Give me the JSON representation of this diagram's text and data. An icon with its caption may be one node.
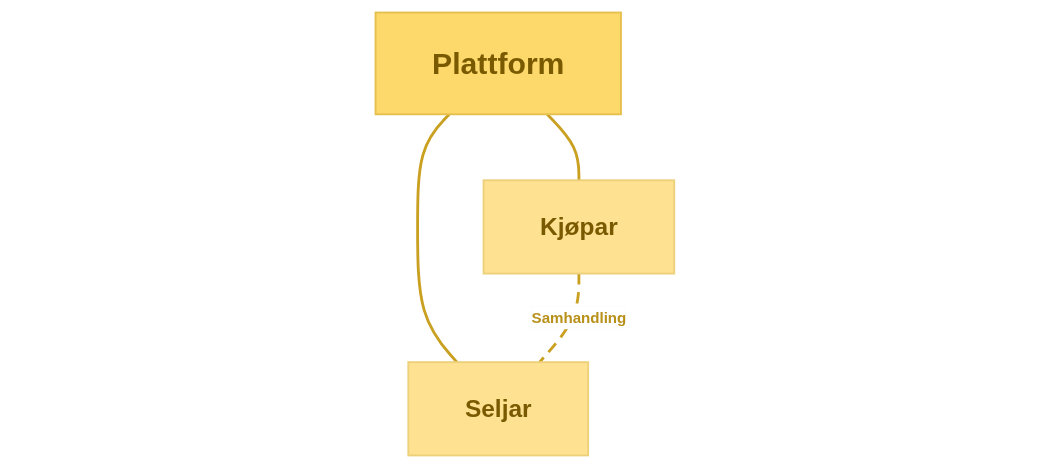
{
  "diagram": {
    "nodes": [
      {
        "text": [
          "Plattform"
        ]
      },
      {
        "text": [
          "Kjøpar"
        ]
      },
      {
        "text": [
          "Seljar"
        ]
      }
    ],
    "edges": [
      {
        "from": 0,
        "to": 1,
        "arrow": "none"
      },
      {
        "from": 0,
        "to": 2,
        "arrow": "none"
      },
      {
        "from": 1,
        "to": 2,
        "arrow": "none",
        "style": "dashed",
        "label": "Samhandling"
      }
    ]
  }
}
